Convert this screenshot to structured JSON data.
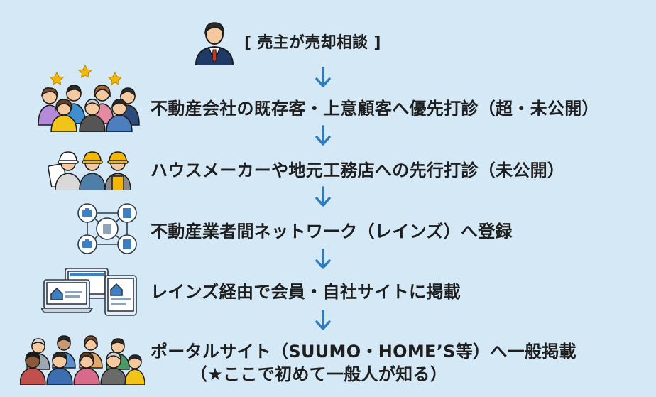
{
  "seller": {
    "label": "[ 売主が売却相談 ]"
  },
  "steps": [
    {
      "text": "不動産会社の既存客・上意顧客へ優先打診（超・未公開）",
      "icon": "customer-group-icon"
    },
    {
      "text": "ハウスメーカーや地元工務店への先行打診（未公開）",
      "icon": "builders-icon"
    },
    {
      "text": "不動産業者間ネットワーク（レインズ）へ登録",
      "icon": "network-icon"
    },
    {
      "text": "レインズ経由で会員・自社サイトに掲載",
      "icon": "devices-icon"
    },
    {
      "text": "ポータルサイト（SUUMO・HOME’S等）へ一般掲載",
      "subtext": "（★ここで初めて一般人が知る）",
      "icon": "crowd-icon"
    }
  ],
  "colors": {
    "background": "#d4e8f6",
    "arrow": "#2f7bbd",
    "suit": "#1f3a66",
    "star": "#f2b705"
  }
}
